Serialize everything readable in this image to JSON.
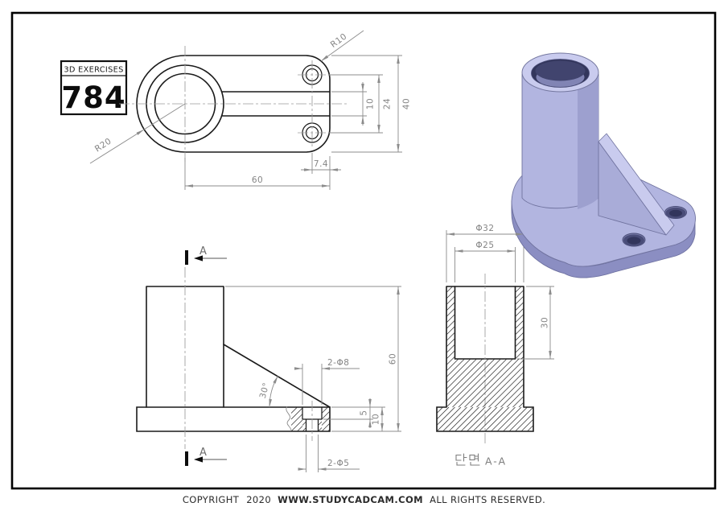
{
  "badge": {
    "title": "3D EXERCISES",
    "number": "784"
  },
  "top_view": {
    "dim_radius_corner": "R10",
    "dim_radius_end": "R20",
    "dim_length": "60",
    "dim_hole_offset": "7.4",
    "dim_slot_width": "10",
    "dim_hole_spacing": "24",
    "dim_width": "40"
  },
  "front_view": {
    "dim_angle": "30°",
    "dim_counterbore": "2-Φ8",
    "dim_hole": "2-Φ5",
    "dim_cbore_depth": "5",
    "dim_base_thickness": "10",
    "dim_height": "60",
    "section_letter": "A"
  },
  "section_view": {
    "dim_outer_dia": "Φ32",
    "dim_inner_dia": "Φ25",
    "dim_bore_depth": "30",
    "caption_kr": "단면",
    "caption_section": "A-A"
  },
  "render": {
    "body_color": "#b2b5e0",
    "shade_color": "#8b8ec2",
    "light_color": "#c9cbee",
    "hole_color": "#32355c"
  },
  "footer": {
    "copyright": "COPYRIGHT",
    "year": "2020",
    "site": "WWW.STUDYCADCAM.COM",
    "rights": "ALL RIGHTS RESERVED."
  }
}
